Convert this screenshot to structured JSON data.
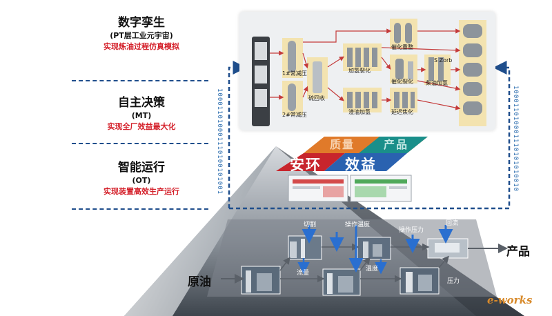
{
  "layers": [
    {
      "title": "数字孪生",
      "subtitle": "(PT层工业元宇宙)",
      "goal": "实现炼油过程仿真模拟"
    },
    {
      "title": "自主决策",
      "subtitle": "(MT)",
      "goal": "实现全厂效益最大化"
    },
    {
      "title": "智能运行",
      "subtitle": "(OT)",
      "goal": "实现装置高效生产运行"
    }
  ],
  "binary_left": "100011010001110100101001",
  "binary_right": "100011010001110101010010",
  "pyramid_bands": {
    "top_left": "质量",
    "top_right": "产品",
    "bottom_left": "安环",
    "bottom_right": "效益"
  },
  "panel_units": {
    "u1": "1#常减压",
    "u2": "2#常减压",
    "u3": "加氢裂化",
    "u4": "渣油加氢",
    "u5": "催化重整",
    "u6": "催化裂化",
    "u7": "延迟焦化",
    "u8": "柴油加氢",
    "u9": "S Zorb",
    "u10": "硫回收"
  },
  "process": {
    "cut": "切割",
    "op_temp": "操作温度",
    "op_pressure": "操作压力",
    "reflux": "回流",
    "flow": "流量",
    "temp": "温度",
    "pressure": "压力"
  },
  "feed": "原油",
  "product": "产品",
  "watermark": "e-works",
  "colors": {
    "accent_blue": "#1f4e8c",
    "goal_red": "#d4202a",
    "band_red": "#c8252c",
    "band_orange": "#e07a2a",
    "band_teal": "#1a8f8a",
    "band_blue": "#2a62b0"
  }
}
